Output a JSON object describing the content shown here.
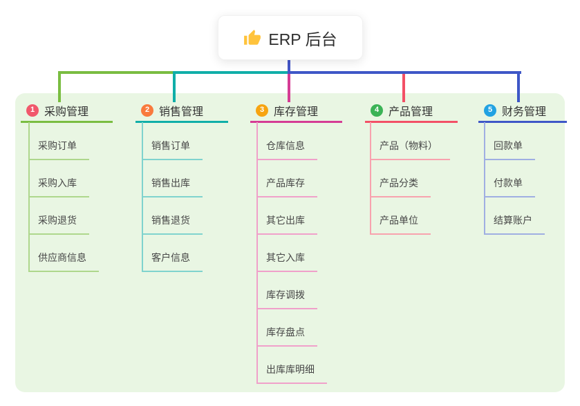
{
  "root": {
    "label": "ERP 后台",
    "icon": "thumbs-up-icon"
  },
  "colors": {
    "canvas_bg": "#ffffff",
    "panel_bg": "#E9F6E3",
    "root_line": "#4456C8",
    "root_text": "#2E2E2E",
    "thumb_icon": "#FFC33C"
  },
  "branches": [
    {
      "badge": "1",
      "label": "采购管理",
      "colors": {
        "badge": "#F1586C",
        "line": "#7ABD41",
        "subline": "#AED78C"
      },
      "children": [
        "采购订单",
        "采购入库",
        "采购退货",
        "供应商信息"
      ]
    },
    {
      "badge": "2",
      "label": "销售管理",
      "colors": {
        "badge": "#F97A3D",
        "line": "#10AEA8",
        "subline": "#7FD3CE"
      },
      "children": [
        "销售订单",
        "销售出库",
        "销售退货",
        "客户信息"
      ]
    },
    {
      "badge": "3",
      "label": "库存管理",
      "colors": {
        "badge": "#F7A411",
        "line": "#D53C94",
        "subline": "#F0A0CA"
      },
      "children": [
        "仓库信息",
        "产品库存",
        "其它出库",
        "其它入库",
        "库存调拨",
        "库存盘点",
        "出库库明细"
      ]
    },
    {
      "badge": "4",
      "label": "产品管理",
      "colors": {
        "badge": "#3BB356",
        "line": "#F35066",
        "subline": "#F8A2AE"
      },
      "children": [
        "产品（物料）",
        "产品分类",
        "产品单位"
      ]
    },
    {
      "badge": "5",
      "label": "财务管理",
      "colors": {
        "badge": "#22A2E2",
        "line": "#3E57C7",
        "subline": "#9FAEE2"
      },
      "children": [
        "回款单",
        "付款单",
        "结算账户"
      ]
    }
  ]
}
